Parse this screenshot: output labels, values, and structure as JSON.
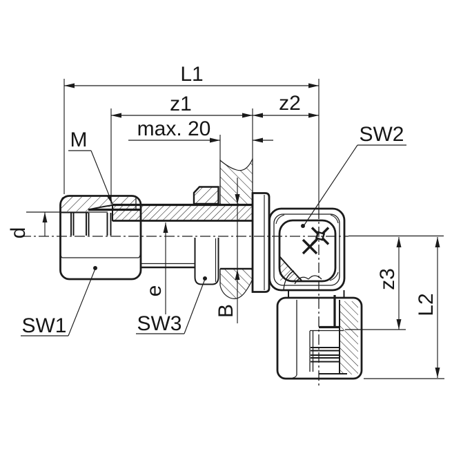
{
  "drawing": {
    "type": "technical-section-drawing",
    "subject": "bulkhead elbow tube fitting, half-section view with dimensions",
    "labels": {
      "l1": "L1",
      "z1": "z1",
      "z2": "z2",
      "max20": "max. 20",
      "m": "M",
      "sw1": "SW1",
      "sw2": "SW2",
      "sw3": "SW3",
      "d": "d",
      "e": "e",
      "b": "B",
      "z3": "z3",
      "l2": "L2"
    },
    "colors": {
      "line": "#1b1b1b",
      "background": "#ffffff"
    }
  }
}
